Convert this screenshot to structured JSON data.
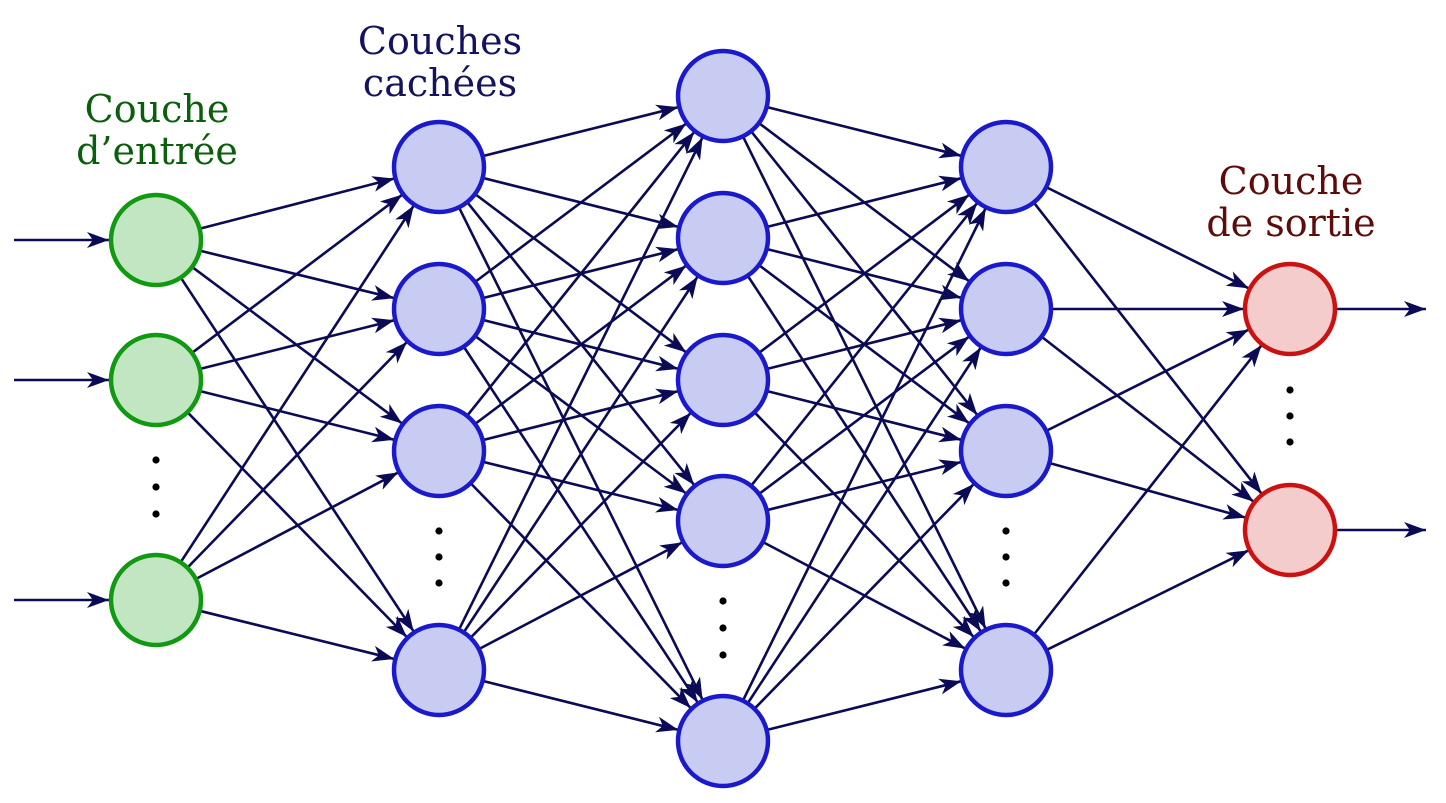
{
  "labels": {
    "input": {
      "line1": "Couche",
      "line2": "d’entrée",
      "color": "#0b5e0b"
    },
    "hidden": {
      "line1": "Couches",
      "line2": "cachées",
      "color": "#14145e"
    },
    "output": {
      "line1": "Couche",
      "line2": "de sortie",
      "color": "#5e0b0b"
    }
  },
  "colors": {
    "edge": "#0b0b55",
    "input_fill": "#c2e6c2",
    "input_stroke": "#119911",
    "hidden_fill": "#c8cbf2",
    "hidden_stroke": "#1a1acc",
    "output_fill": "#f4cccc",
    "output_stroke": "#cc1111"
  },
  "layers": [
    {
      "name": "input",
      "role": "input",
      "neurons": 3,
      "ellipsis": true,
      "incoming_arrows": 3
    },
    {
      "name": "hidden-1",
      "role": "hidden",
      "neurons": 4,
      "ellipsis": true
    },
    {
      "name": "hidden-2",
      "role": "hidden",
      "neurons": 5,
      "ellipsis": true
    },
    {
      "name": "hidden-3",
      "role": "hidden",
      "neurons": 4,
      "ellipsis": true
    },
    {
      "name": "output",
      "role": "output",
      "neurons": 2,
      "ellipsis": true,
      "outgoing_arrows": 2
    }
  ],
  "connectivity": "fully-connected"
}
